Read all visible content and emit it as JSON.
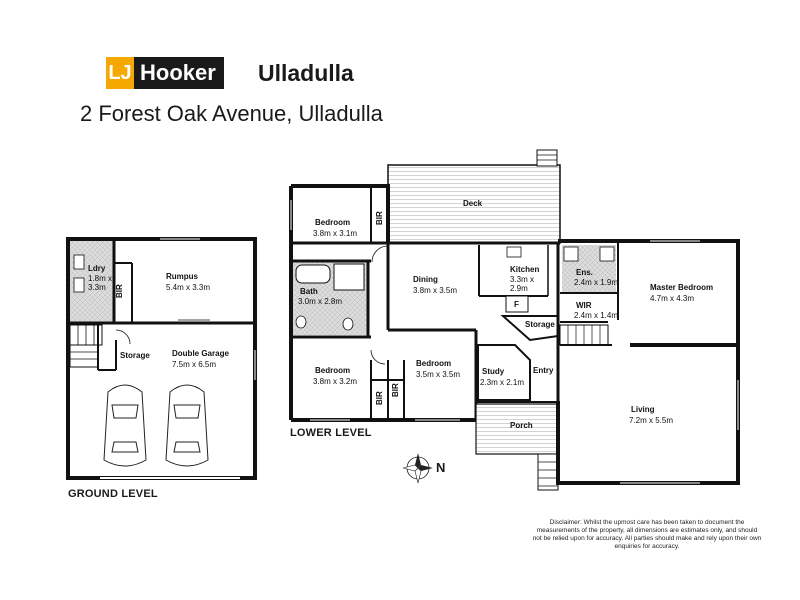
{
  "brand": {
    "logo_prefix": "LJ",
    "logo_name": "Hooker",
    "office": "Ulladulla",
    "accent_color": "#f5a800",
    "dark_color": "#1a1a1a"
  },
  "address": "2 Forest Oak Avenue, Ulladulla",
  "levels": {
    "ground": "GROUND LEVEL",
    "lower": "LOWER LEVEL"
  },
  "compass": {
    "north_label": "N",
    "icon": "compass-rose-icon"
  },
  "rooms": {
    "ldry": {
      "name": "Ldry",
      "dims": [
        "1.8m x",
        "3.3m"
      ]
    },
    "bir_ground": {
      "name": "BIR"
    },
    "rumpus": {
      "name": "Rumpus",
      "dims": [
        "5.4m x 3.3m"
      ]
    },
    "storage_ground": {
      "name": "Storage"
    },
    "garage": {
      "name": "Double Garage",
      "dims": [
        "7.5m x 6.5m"
      ]
    },
    "bedroom1": {
      "name": "Bedroom",
      "dims": [
        "3.8m x 3.1m"
      ]
    },
    "bir1": {
      "name": "BIR"
    },
    "deck": {
      "name": "Deck"
    },
    "bath": {
      "name": "Bath",
      "dims": [
        "3.0m x 2.8m"
      ]
    },
    "dining": {
      "name": "Dining",
      "dims": [
        "3.8m x 3.5m"
      ]
    },
    "kitchen": {
      "name": "Kitchen",
      "dims": [
        "3.3m x",
        "2.9m"
      ]
    },
    "fridge": {
      "name": "F"
    },
    "storage_lower": {
      "name": "Storage"
    },
    "ens": {
      "name": "Ens.",
      "dims": [
        "2.4m x 1.9m"
      ]
    },
    "wir": {
      "name": "WIR",
      "dims": [
        "2.4m x 1.4m"
      ]
    },
    "master": {
      "name": "Master Bedroom",
      "dims": [
        "4.7m x 4.3m"
      ]
    },
    "bedroom2": {
      "name": "Bedroom",
      "dims": [
        "3.8m x 3.2m"
      ]
    },
    "bir2": {
      "name": "BIR"
    },
    "bir3": {
      "name": "BIR"
    },
    "bedroom3": {
      "name": "Bedroom",
      "dims": [
        "3.5m x 3.5m"
      ]
    },
    "study": {
      "name": "Study",
      "dims": [
        "2.3m x 2.1m"
      ]
    },
    "entry": {
      "name": "Entry"
    },
    "living": {
      "name": "Living",
      "dims": [
        "7.2m x 5.5m"
      ]
    },
    "porch": {
      "name": "Porch"
    }
  },
  "disclaimer": "Disclaimer: Whilst the upmost care has been taken to document the measurements of the property, all dimensions are estimates only, and should not be relied upon for accuracy. All parties should make and rely upon their own enquiries for accuracy."
}
